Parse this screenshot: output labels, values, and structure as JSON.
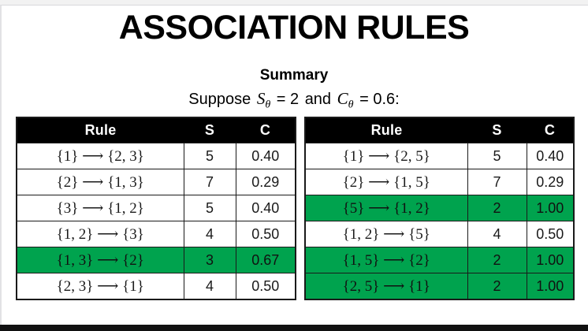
{
  "slide": {
    "title": "ASSOCIATION RULES",
    "subtitle": "Summary",
    "suppose": {
      "lead": "Suppose",
      "var1": "S",
      "sub1": "θ",
      "eq1": "= 2",
      "conj": "and",
      "var2": "C",
      "sub2": "θ",
      "eq2": "= 0.6:"
    }
  },
  "colors": {
    "highlight_green": "#00a34e",
    "header_black": "#000000",
    "text_black": "#1a1a1a",
    "bottom_bar": "#111111"
  },
  "tables": {
    "left": {
      "headers": [
        "Rule",
        "S",
        "C"
      ],
      "rows": [
        {
          "rule": "{1} ⟶ {2, 3}",
          "s": "5",
          "c": "0.40",
          "highlight": false
        },
        {
          "rule": "{2} ⟶ {1, 3}",
          "s": "7",
          "c": "0.29",
          "highlight": false
        },
        {
          "rule": "{3} ⟶ {1, 2}",
          "s": "5",
          "c": "0.40",
          "highlight": false
        },
        {
          "rule": "{1, 2} ⟶ {3}",
          "s": "4",
          "c": "0.50",
          "highlight": false
        },
        {
          "rule": "{1, 3} ⟶ {2}",
          "s": "3",
          "c": "0.67",
          "highlight": true
        },
        {
          "rule": "{2, 3} ⟶ {1}",
          "s": "4",
          "c": "0.50",
          "highlight": false
        }
      ]
    },
    "right": {
      "headers": [
        "Rule",
        "S",
        "C"
      ],
      "rows": [
        {
          "rule": "{1} ⟶ {2, 5}",
          "s": "5",
          "c": "0.40",
          "highlight": false
        },
        {
          "rule": "{2} ⟶ {1, 5}",
          "s": "7",
          "c": "0.29",
          "highlight": false
        },
        {
          "rule": "{5} ⟶ {1, 2}",
          "s": "2",
          "c": "1.00",
          "highlight": true
        },
        {
          "rule": "{1, 2} ⟶ {5}",
          "s": "4",
          "c": "0.50",
          "highlight": false
        },
        {
          "rule": "{1, 5} ⟶ {2}",
          "s": "2",
          "c": "1.00",
          "highlight": true
        },
        {
          "rule": "{2, 5} ⟶ {1}",
          "s": "2",
          "c": "1.00",
          "highlight": true
        }
      ]
    }
  }
}
